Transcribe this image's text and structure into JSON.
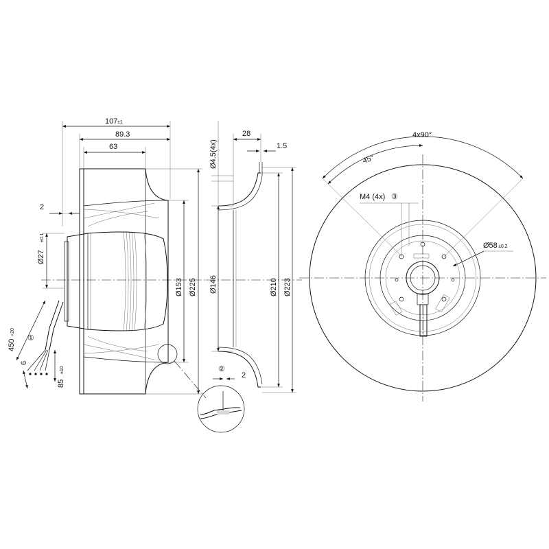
{
  "side_view": {
    "overall_width": "107",
    "overall_width_tol": "±1",
    "width_2": "89.3",
    "width_3": "63",
    "offset": "2",
    "hub_dia": "Ø27",
    "hub_dia_tol": "±0.1",
    "dia_inner": "Ø153",
    "dia_outer": "Ø225",
    "callout_cable": "①",
    "cable_length": "450",
    "cable_length_tol": "+20",
    "strip_length": "6",
    "wire_length": "85",
    "wire_length_tol": "±10"
  },
  "section_view": {
    "hole_dia": "Ø4.5(4x)",
    "depth": "28",
    "lip": "1.5",
    "dia_146": "Ø146",
    "dia_210": "Ø210",
    "dia_223": "Ø223",
    "callout_detail": "②",
    "detail_dim": "2"
  },
  "front_view": {
    "angle_pattern": "4x90°",
    "angle_45": "45°",
    "thread": "M4 (4x)",
    "callout_thread": "③",
    "hub_dia": "Ø58",
    "hub_dia_tol": "±0.2"
  }
}
